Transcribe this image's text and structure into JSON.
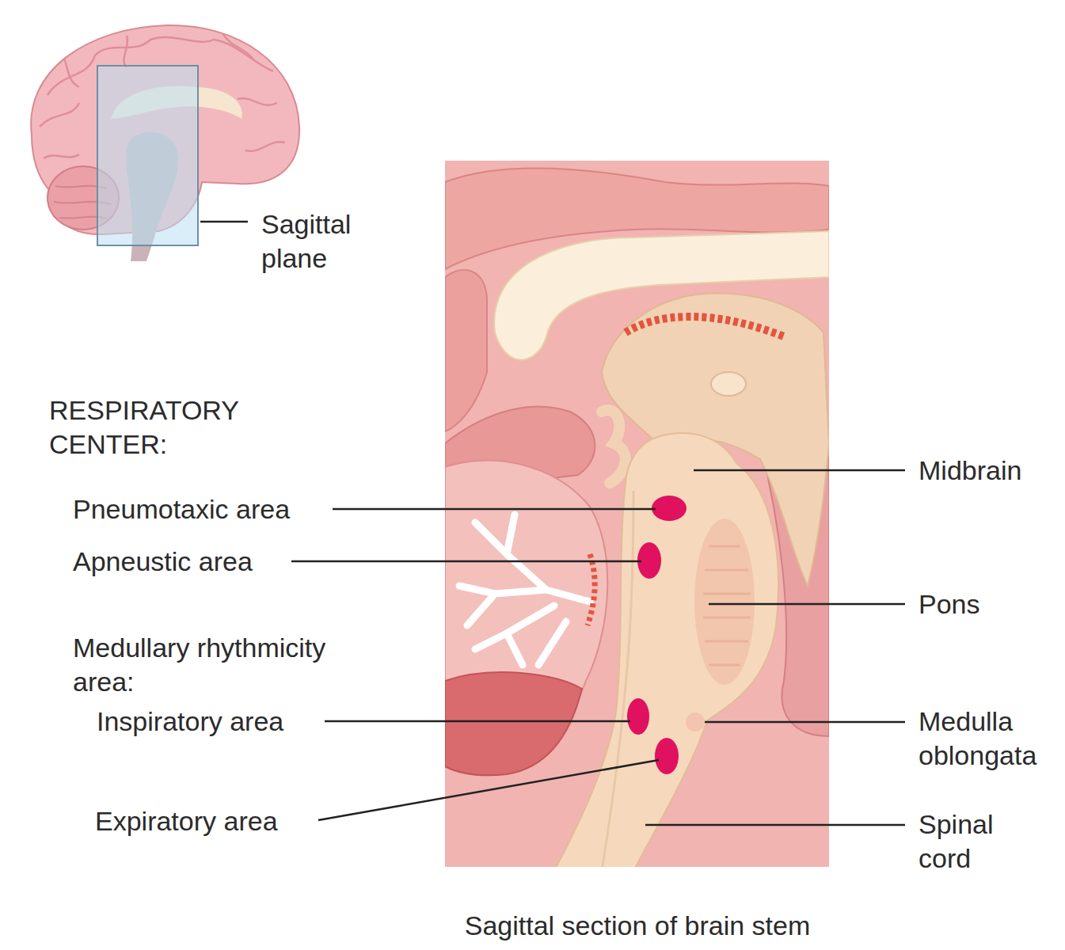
{
  "diagram": {
    "caption": "Sagittal section of brain stem",
    "labels": [
      "Sagittal plane",
      "RESPIRATORY CENTER:",
      "Pneumotaxic area",
      "Apneustic area",
      "Medullary rhythmicity area:",
      "Inspiratory area",
      "Expiratory area",
      "Midbrain",
      "Pons",
      "Medulla oblongata",
      "Spinal cord"
    ]
  }
}
